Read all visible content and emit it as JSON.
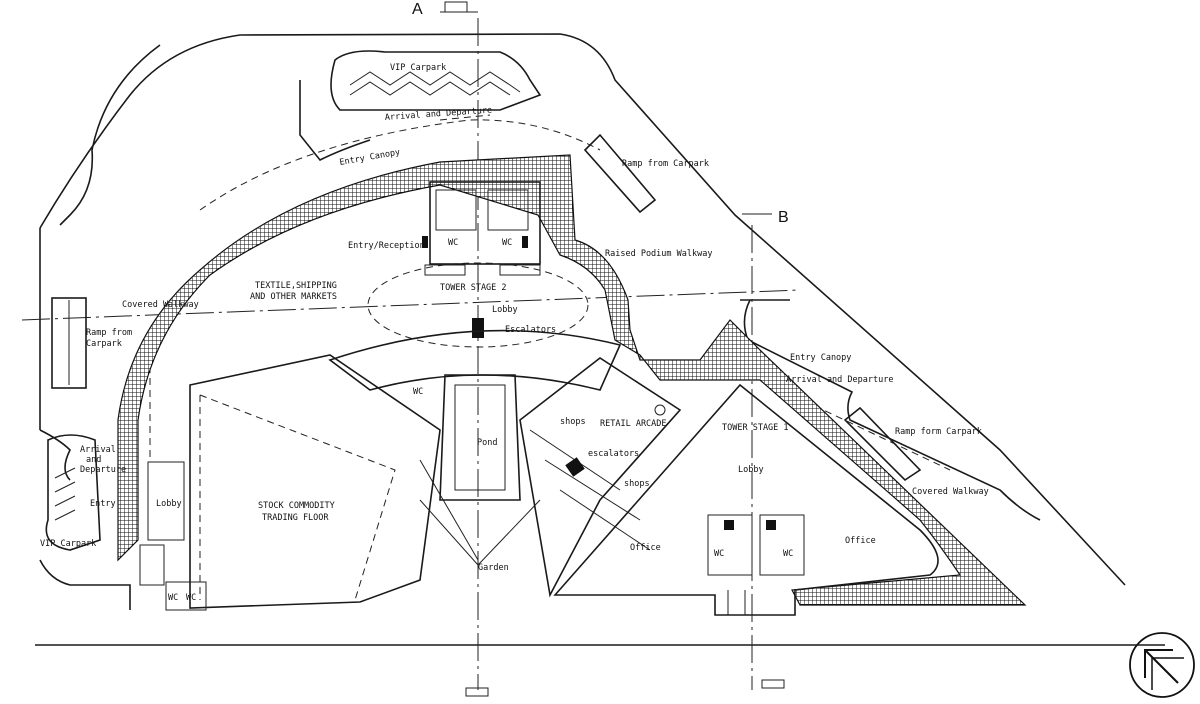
{
  "section_markers": {
    "a": "A",
    "b": "B"
  },
  "labels": {
    "vip_carpark_top": "VIP Carpark",
    "arrival_departure_top": "Arrival and Departure",
    "entry_canopy_top": "Entry Canopy",
    "ramp_from_carpark_top": "Ramp from Carpark",
    "entry_reception": "Entry/Reception",
    "wc_1": "WC",
    "wc_2": "WC",
    "raised_podium_walkway": "Raised Podium Walkway",
    "textile_markets_line1": "TEXTILE,SHIPPING",
    "textile_markets_line2": "AND OTHER MARKETS",
    "tower_stage_2": "TOWER STAGE 2",
    "covered_walkway_left": "Covered Walkway",
    "lobby_upper": "Lobby",
    "escalators_upper": "Escalators",
    "ramp_from_left_line1": "Ramp from",
    "ramp_from_left_line2": "Carpark",
    "entry_canopy_right": "Entry Canopy",
    "arrival_departure_right": "Arrival and Departure",
    "wc_3": "WC",
    "shops_1": "shops",
    "retail_arcade": "RETAIL ARCADE",
    "tower_stage_1": "TOWER STAGE 1",
    "ramp_form_carpark": "Ramp form Carpark",
    "pond": "Pond",
    "escalators_lower": "escalators",
    "lobby_lower": "Lobby",
    "arrival_left_line1": "Arrival",
    "arrival_left_line2": "and",
    "arrival_left_line3": "Departure",
    "shops_2": "shops",
    "covered_walkway_right": "Covered Walkway",
    "lobby_left": "Lobby",
    "stock_trading_line1": "STOCK COMMODITY",
    "stock_trading_line2": "TRADING FLOOR",
    "entry_left": "Entry",
    "vip_carpark_left": "VIP Carpark",
    "office_left": "Office",
    "office_right": "Office",
    "wc_4": "WC",
    "wc_5": "WC",
    "garden": "Garden",
    "wc_6": "WC",
    "wc_7": "WC"
  },
  "icons": {
    "north_arrow": "north-arrow-icon"
  }
}
